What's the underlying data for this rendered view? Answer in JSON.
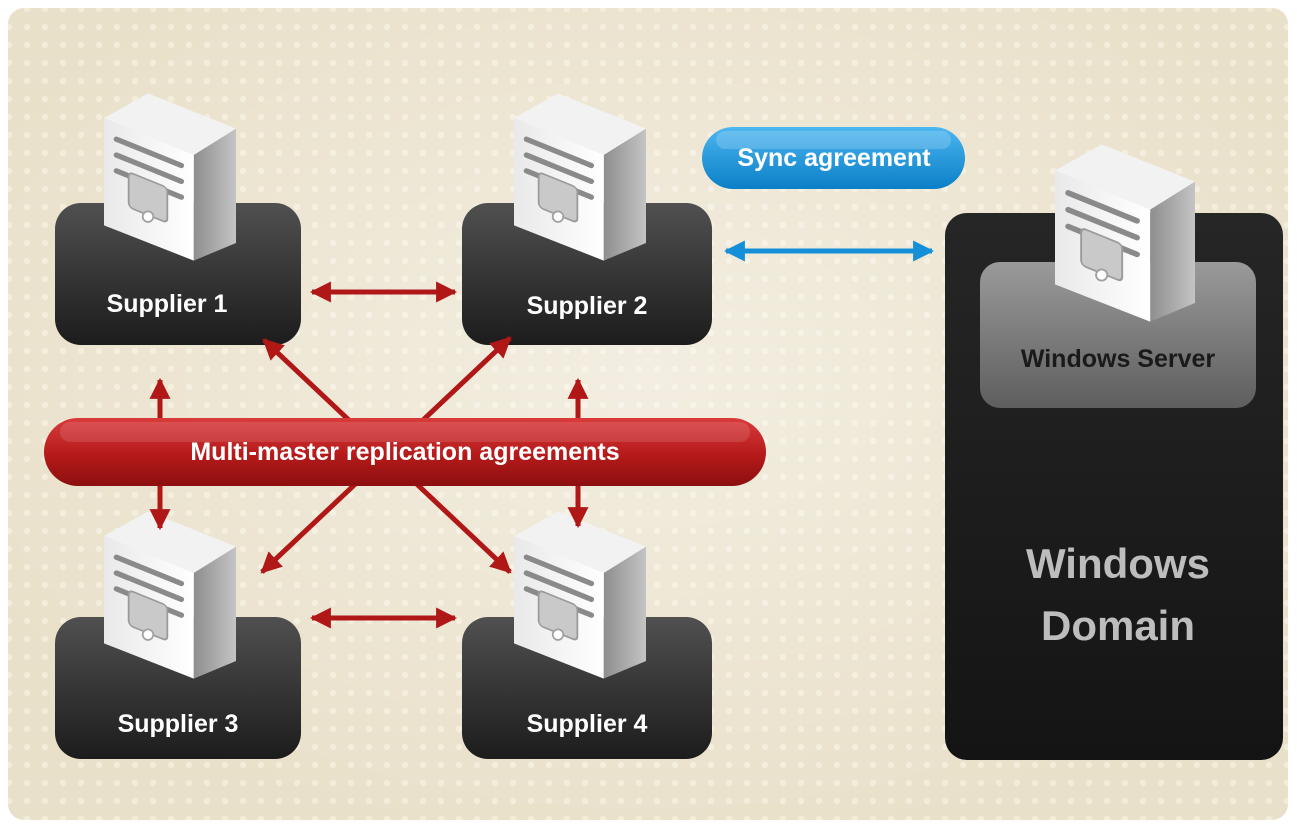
{
  "suppliers": [
    {
      "label": "Supplier 1"
    },
    {
      "label": "Supplier 2"
    },
    {
      "label": "Supplier 3"
    },
    {
      "label": "Supplier 4"
    }
  ],
  "sync": {
    "label": "Sync agreement"
  },
  "replication": {
    "label": "Multi-master replication agreements"
  },
  "windows": {
    "server_label": "Windows Server",
    "domain_line1": "Windows",
    "domain_line2": "Domain"
  },
  "colors": {
    "background": "#e9e0c9",
    "replication_red": "#b01818",
    "sync_blue": "#1590d8",
    "node_dark": "#2b2b2b"
  }
}
